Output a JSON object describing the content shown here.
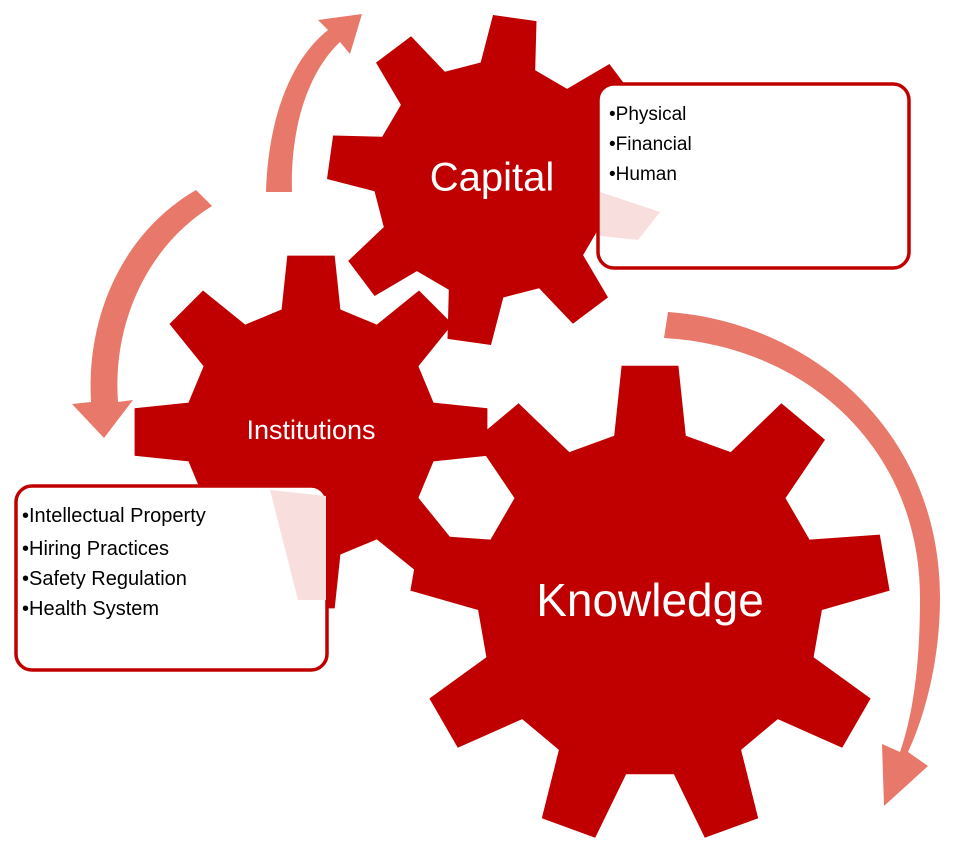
{
  "colors": {
    "gear": "#c00000",
    "arrow": "#e8786a",
    "box_border": "#c00000",
    "box_fill": "#ffffff",
    "label_text": "#ffffff"
  },
  "gears": {
    "capital": {
      "label": "Capital"
    },
    "institutions": {
      "label": "Institutions"
    },
    "knowledge": {
      "label": "Knowledge"
    }
  },
  "capital_box": {
    "items": [
      "•Physical",
      "•Financial",
      "•Human"
    ]
  },
  "institutions_box": {
    "items": [
      "•Intellectual Property",
      "•Hiring Practices",
      "•Safety Regulation",
      "•Health System"
    ]
  }
}
